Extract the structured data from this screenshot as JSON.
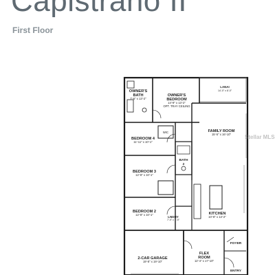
{
  "header": {
    "title": "Capistrano II",
    "subtitle": "First Floor"
  },
  "rooms": {
    "owners_bath": {
      "name1": "OWNER'S",
      "name2": "BATH",
      "dim": "7'-6\" x 13'-2\""
    },
    "owners_bedroom": {
      "name1": "OWNER'S",
      "name2": "BEDROOM",
      "dim": "14'-9\" x 13'-2\"",
      "note": "OPT. TRAY CEILING"
    },
    "lanai": {
      "name": "LANAI",
      "dim": "14'-0\" x 8'-0\""
    },
    "bedroom4": {
      "name": "BEDROOM 4",
      "dim": "11'-11\" x 10'-1\""
    },
    "family_room": {
      "name": "FAMILY ROOM",
      "dim": "15'-5\" x 16'-10\""
    },
    "bath2": {
      "name1": "BATH",
      "name2": "2"
    },
    "bedroom3": {
      "name": "BEDROOM 3",
      "dim": "12'-8\" x 10'-1\""
    },
    "wic": {
      "name": "WIC"
    },
    "bedroom2": {
      "name": "BEDROOM 2",
      "dim": "12'-8\" x 10'-1\""
    },
    "laundry": {
      "name": "LNDRY",
      "dim": "7'-9\" x 7'-9\""
    },
    "kitchen": {
      "name": "KITCHEN",
      "dim": "10'-8\" x 13'-2\""
    },
    "garage": {
      "name": "2-CAR GARAGE",
      "dim": "19'-8\" x 19'-10\""
    },
    "flex": {
      "name1": "FLEX",
      "name2": "ROOM",
      "dim": "12'-4\" x 17'-10\""
    },
    "foyer": {
      "name": "FOYER"
    },
    "entry": {
      "name": "ENTRY"
    }
  },
  "watermark": "Stellar MLS",
  "colors": {
    "title": "#5f6a72",
    "subtitle": "#8a9399",
    "wall": "#1a1a1a"
  }
}
